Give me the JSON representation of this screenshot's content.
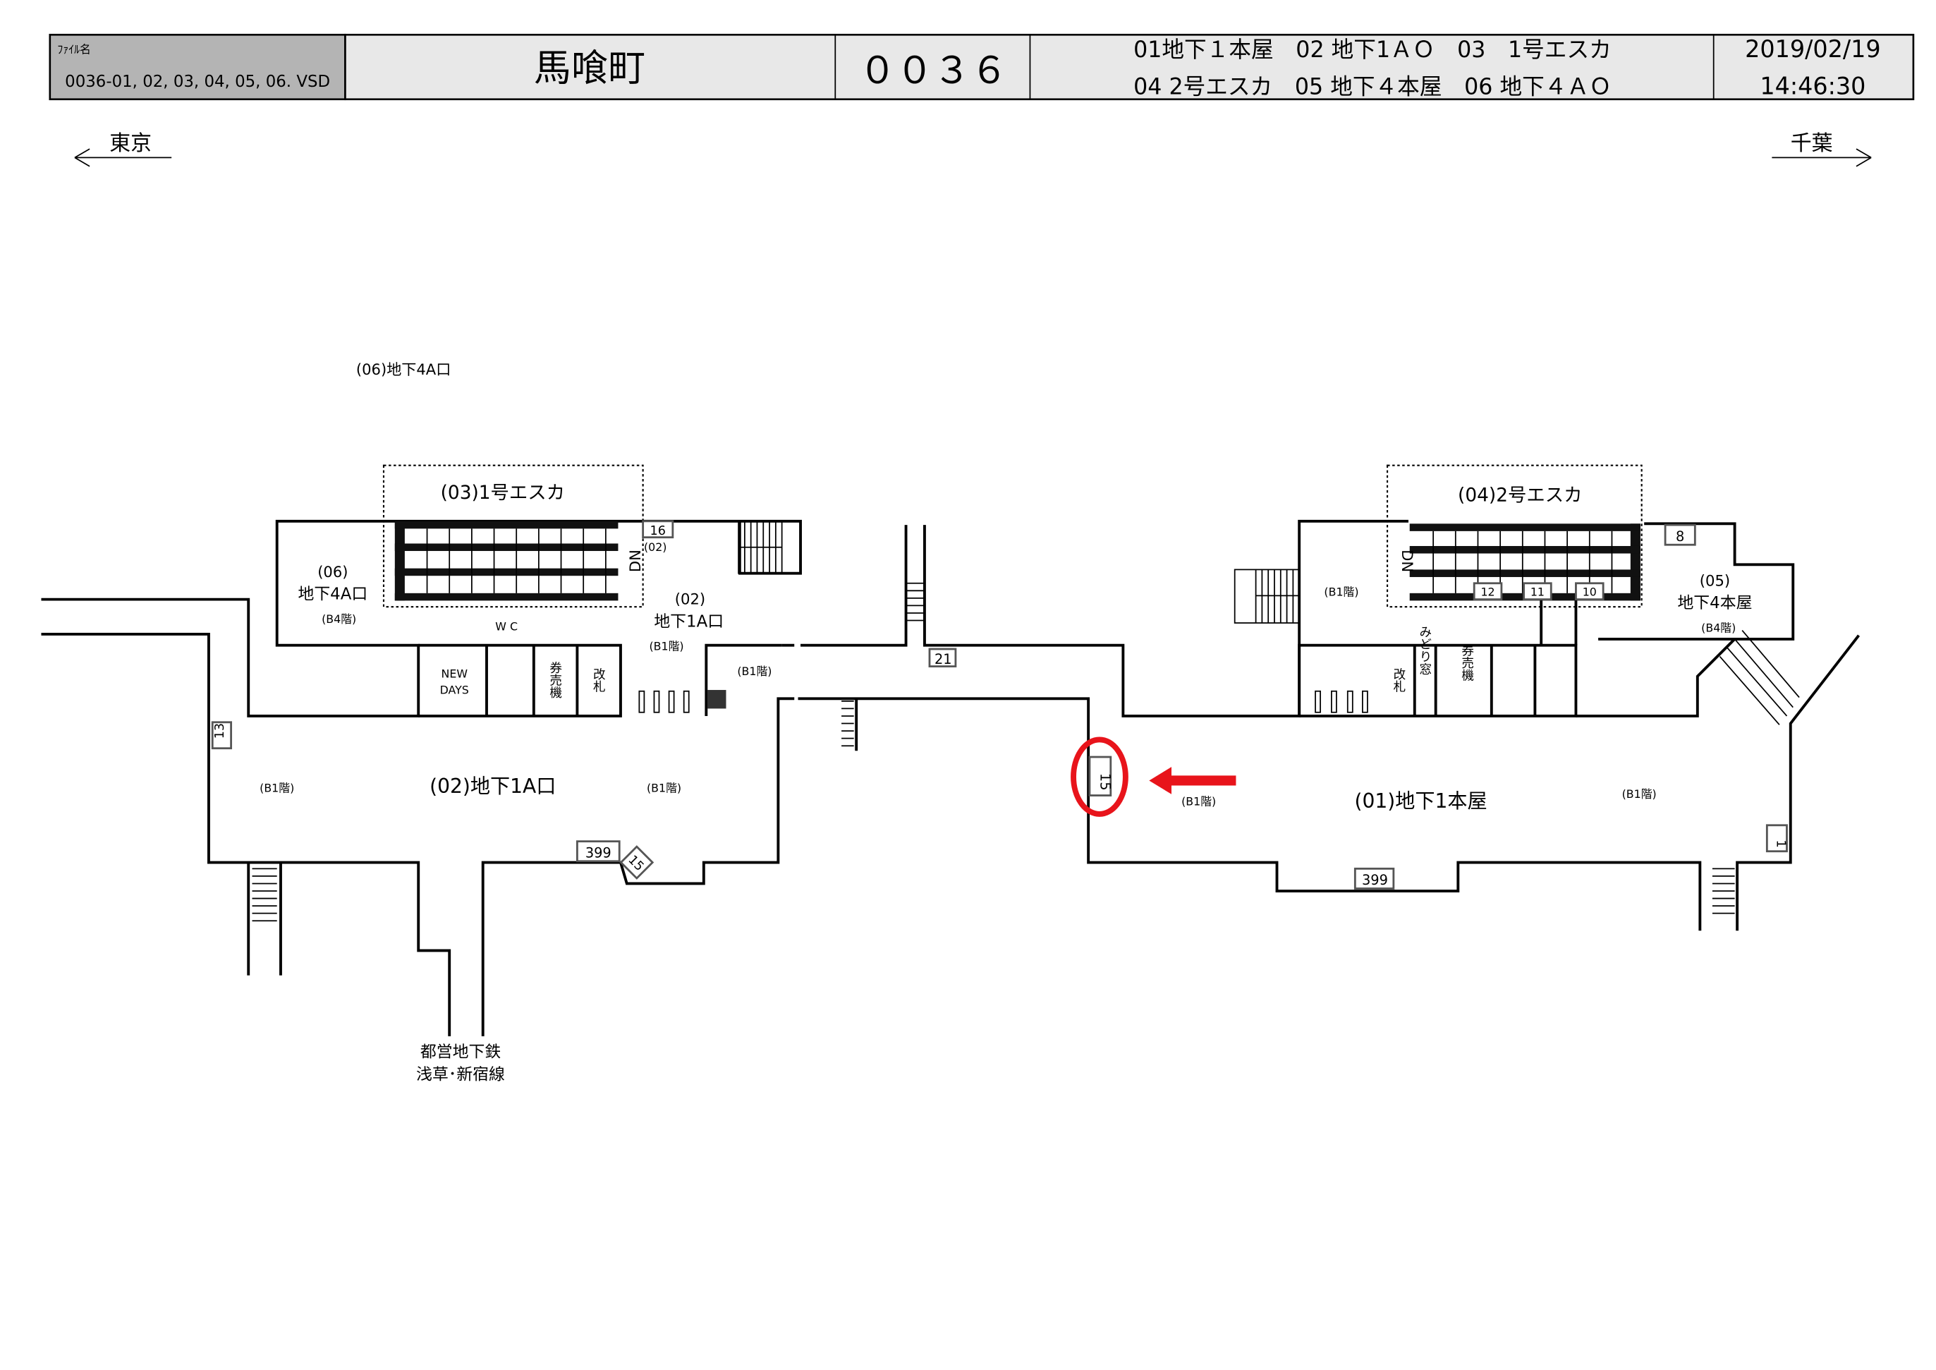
{
  "header": {
    "file_label": "ﾌｧｲﾙ名",
    "file_name": "0036-01, 02, 03, 04, 05, 06. VSD",
    "station_name": "馬喰町",
    "station_code": "００３６",
    "legend_line1": "01地下１本屋　02 地下1ＡＯ　03　1号エスカ",
    "legend_line2": "04 2号エスカ　05 地下４本屋　06 地下４ＡＯ",
    "date": "2019/02/19",
    "time": "14:46:30"
  },
  "directions": {
    "left": "東京",
    "right": "千葉"
  },
  "labels": {
    "exit06_top": "(06)地下4A口",
    "esc03": "(03)1号エスカ",
    "esc04": "(04)2号エスカ",
    "exit06_a": "(06)",
    "exit06_b": "地下4A口",
    "b4": "(B4階)",
    "b1": "(B1階)",
    "exit02_a": "(02)",
    "exit02_b": "地下1A口",
    "exit02_main": "(02)地下1A口",
    "exit01_main": "(01)地下1本屋",
    "exit05_a": "(05)",
    "exit05_b": "地下4本屋",
    "wc": "W C",
    "newdays_a": "NEW",
    "newdays_b": "DAYS",
    "ticket": "券売機",
    "gate": "改札",
    "midori": "みどり窓",
    "dn": "DN",
    "small02": "(02)",
    "subway_a": "都営地下鉄",
    "subway_b": "浅草･新宿線"
  },
  "markers": [
    "16",
    "13",
    "399",
    "15",
    "21",
    "15",
    "399",
    "1",
    "8",
    "12",
    "11",
    "10"
  ],
  "highlight_color": "#e8141b"
}
